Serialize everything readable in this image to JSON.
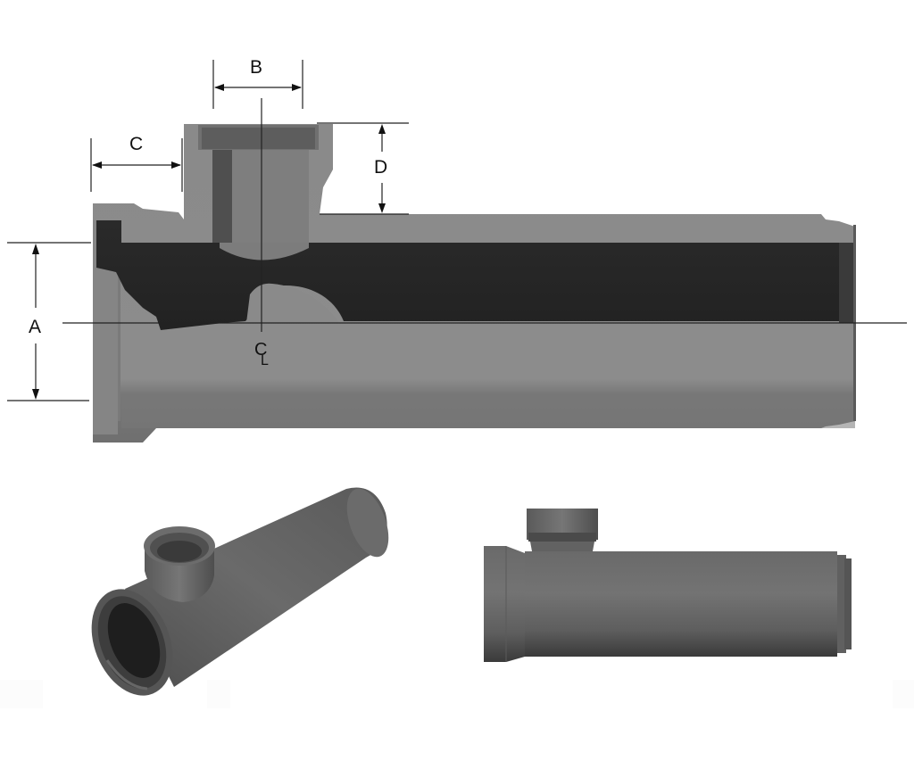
{
  "drawing": {
    "subject": "pipe tee fitting with side branch socket",
    "views": [
      {
        "name": "section-view",
        "description": "longitudinal cross-section with dimensions"
      },
      {
        "name": "isometric-view",
        "description": "3D perspective render"
      },
      {
        "name": "side-elevation-view",
        "description": "3D side render"
      }
    ],
    "dimensions": {
      "A": {
        "label": "A",
        "meaning": "main bore diameter (vertical)"
      },
      "B": {
        "label": "B",
        "meaning": "branch socket width"
      },
      "C": {
        "label": "C",
        "meaning": "branch offset from main socket end"
      },
      "D": {
        "label": "D",
        "meaning": "branch height above main body"
      }
    },
    "centerline": {
      "label": "CL",
      "symbol": "℄"
    },
    "colors": {
      "body": "#7d7d7d",
      "body_light": "#8e8e8e",
      "bore_shadow": "#262626",
      "render_dark": "#4a4a4a",
      "line": "#222222",
      "background": "#ffffff"
    }
  }
}
